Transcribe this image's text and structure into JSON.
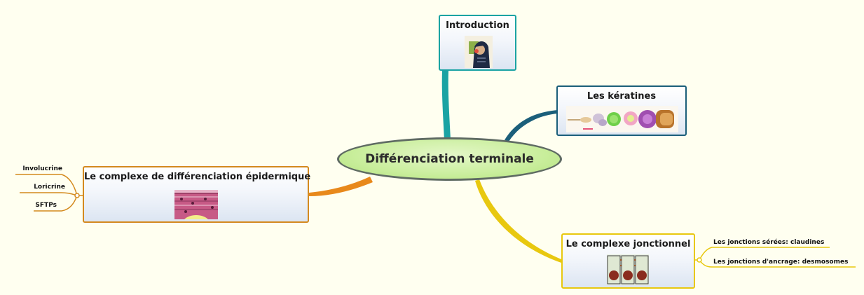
{
  "mindmap": {
    "central": "Différenciation terminale",
    "topics": {
      "introduction": "Introduction",
      "keratines": "Les kératines",
      "cde": "Le complexe de différenciation épidermique",
      "cj": "Le complexe jonctionnel"
    },
    "subtopics": {
      "cde": [
        "Involucrine",
        "Loricrine",
        "SFTPs"
      ],
      "cj": [
        "Les jonctions sérées: claudines",
        "Les jonctions d'ancrage: desmosomes"
      ]
    }
  },
  "colors": {
    "background": "#fffff0",
    "central_fill": "#c9ee9c",
    "introduction_branch": "#1aa3a3",
    "keratines_branch": "#1b5f7a",
    "cde_branch": "#e8891b",
    "cj_branch": "#e8c80f"
  }
}
